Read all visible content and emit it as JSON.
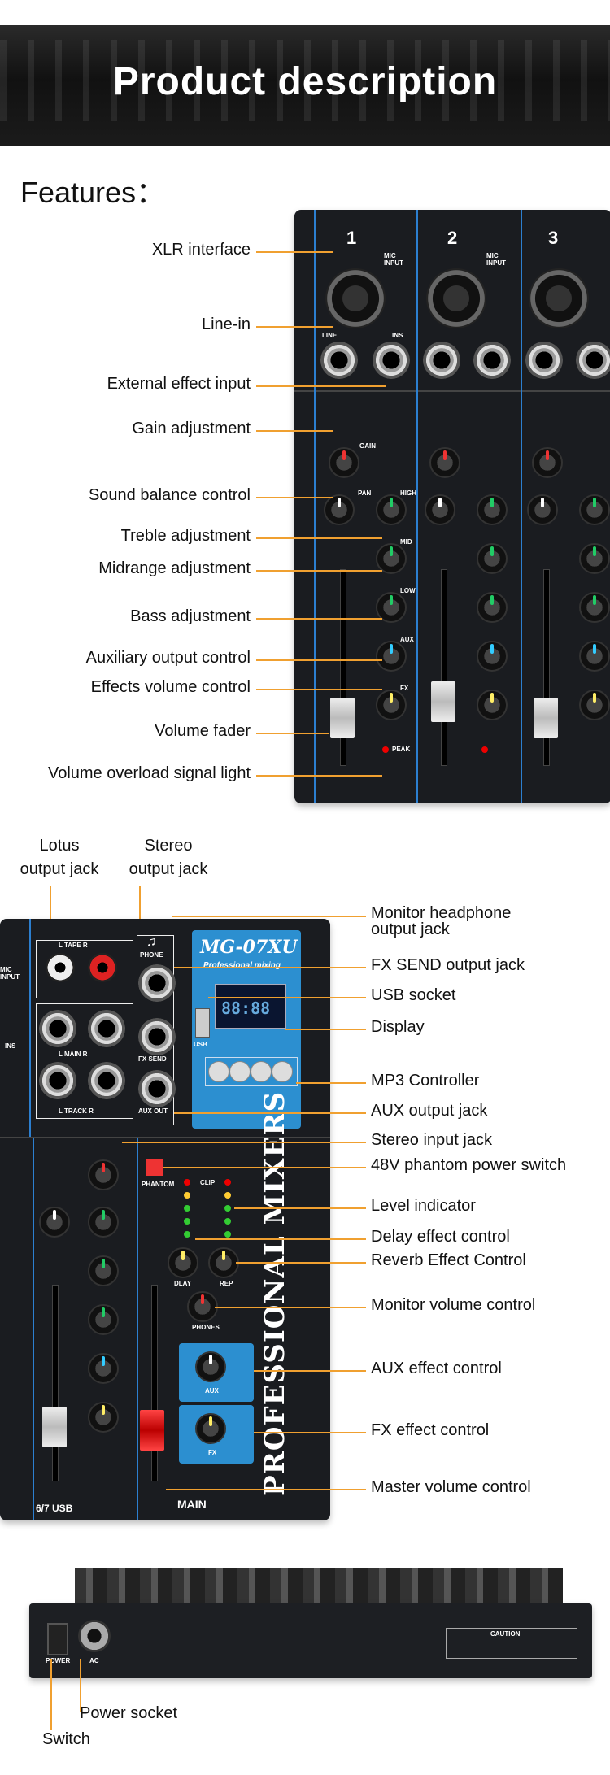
{
  "header": {
    "title": "Product description"
  },
  "features_heading": "Features：",
  "section1": {
    "channels": [
      "1",
      "2",
      "3"
    ],
    "labels": [
      "XLR interface",
      "Line-in",
      "External effect input",
      "Gain adjustment",
      "Sound balance control",
      "Treble adjustment",
      "Midrange adjustment",
      "Bass adjustment",
      "Auxiliary output control",
      "Effects volume control",
      "Volume fader",
      "Volume overload signal light"
    ],
    "panel_text": {
      "mic_input": "MIC INPUT",
      "line": "LINE",
      "ins": "INS",
      "gain": "GAIN",
      "pan": "PAN",
      "high": "HIGH",
      "mid": "MID",
      "low": "LOW",
      "aux": "AUX",
      "fx": "FX",
      "peak": "PEAK"
    }
  },
  "section2": {
    "top_labels": [
      "Lotus\noutput jack",
      "Stereo\noutput jack"
    ],
    "labels": [
      "Monitor headphone\noutput jack",
      "FX SEND output jack",
      "USB socket",
      "Display",
      "MP3 Controller",
      "AUX output jack",
      "Stereo input jack",
      "48V phantom power switch",
      "Level indicator",
      "Delay effect control",
      "Reverb Effect Control",
      "Monitor volume control",
      "AUX effect control",
      "FX effect control",
      "Master volume control"
    ],
    "panel_text": {
      "model": "MG-07XU",
      "subtitle": "Professional mixing",
      "tape": "L TAPE R",
      "phone": "PHONE",
      "fxsend": "FX SEND",
      "main": "L MAIN R",
      "track": "L TRACK R",
      "auxout": "AUX OUT",
      "usb": "USB",
      "display": "88:88",
      "phantom": "PHANTOM",
      "clip": "CLIP",
      "dlay": "DLAY",
      "rep": "REP",
      "phones": "PHONES",
      "aux": "AUX",
      "fx": "FX",
      "main_label": "MAIN",
      "ch67": "6/7 USB",
      "vertical": "PROFESSIONAL MIXERS"
    }
  },
  "section3": {
    "labels": [
      "Power socket",
      "Switch"
    ],
    "panel_text": {
      "power": "POWER",
      "ac": "AC",
      "caution": "CAUTION"
    }
  }
}
